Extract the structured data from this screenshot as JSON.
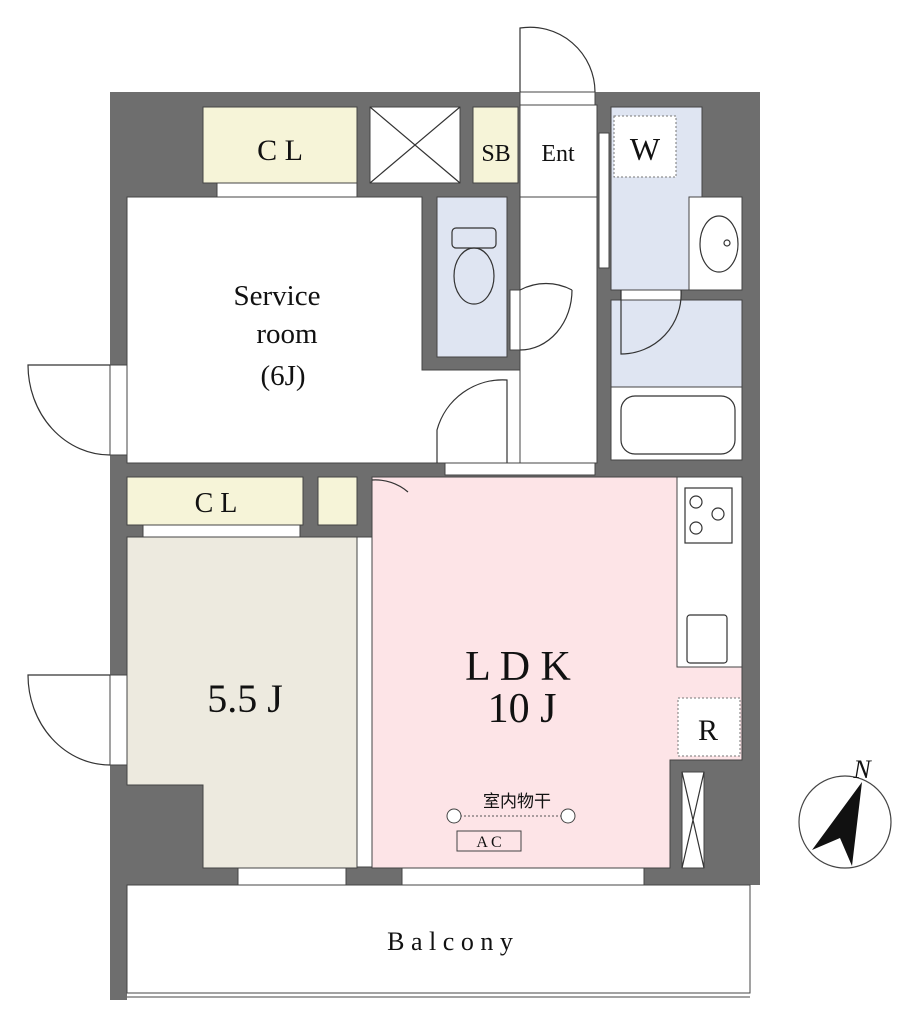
{
  "rooms": {
    "closet_top": "C L",
    "shoe_box": "SB",
    "entrance": "Ent",
    "washer": "W",
    "service_room_line1": "Service",
    "service_room_line2": "room",
    "service_room_line3": "(6J)",
    "closet_lower": "C L",
    "bedroom": "5.5 J",
    "ldk_line1": "L D K",
    "ldk_line2": "10 J",
    "refrigerator": "R",
    "indoor_drying": "室内物干",
    "air_conditioner": "A C",
    "balcony": "B a l c o n y"
  },
  "compass": {
    "label": "N"
  },
  "colors": {
    "wall": "#6e6e6e",
    "closet": "#f6f4d8",
    "ldk": "#fde4e7",
    "bedroom": "#edeadf",
    "wet_area": "#dfe5f2"
  }
}
